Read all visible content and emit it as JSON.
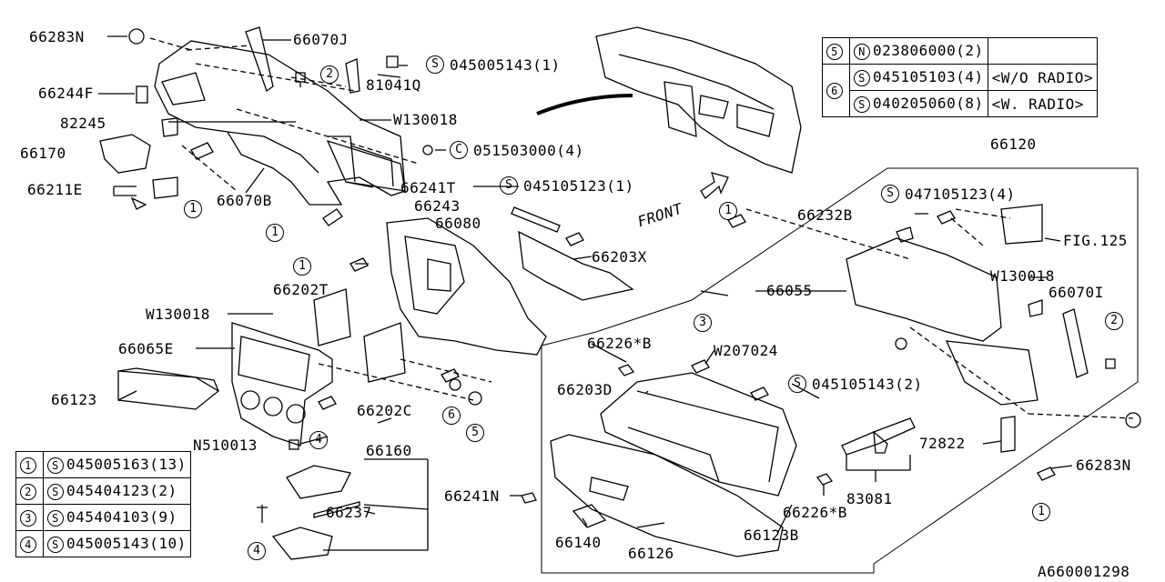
{
  "legend_left": [
    {
      "num": "1",
      "prefix": "S",
      "part": "045005163",
      "qty": "(13)"
    },
    {
      "num": "2",
      "prefix": "S",
      "part": "045404123",
      "qty": "(2)"
    },
    {
      "num": "3",
      "prefix": "S",
      "part": "045404103",
      "qty": "(9)"
    },
    {
      "num": "4",
      "prefix": "S",
      "part": "045005143",
      "qty": "(10)"
    }
  ],
  "legend_right": [
    {
      "num": "5",
      "prefix": "N",
      "part": "023806000",
      "qty": "(2)",
      "note": ""
    },
    {
      "num": "6",
      "prefix": "S",
      "part": "045105103",
      "qty": "(4)",
      "note": "<W/O RADIO>"
    },
    {
      "num": "",
      "prefix": "S",
      "part": "040205060",
      "qty": "(8)",
      "note": "<W. RADIO>"
    }
  ],
  "labels": {
    "l66283n_top": "66283N",
    "l66070j": "66070J",
    "l66244f": "66244F",
    "l81041q": "81041Q",
    "l045005143_1": "045005143(1)",
    "l82245": "82245",
    "lw130018_a": "W130018",
    "l66170": "66170",
    "l051503000": "051503000(4)",
    "l66211e": "66211E",
    "l66070b": "66070B",
    "l66241t": "66241T",
    "l045105123_1": "045105123(1)",
    "l66243": "66243",
    "l66080": "66080",
    "l66203x": "66203X",
    "lfront": "FRONT",
    "l66120": "66120",
    "l047105123": "047105123(4)",
    "l66232b": "66232B",
    "lfig125": "FIG.125",
    "l66202t": "66202T",
    "lw130018_b": "W130018",
    "l66055": "66055",
    "lw130018_c": "W130018",
    "l66070i": "66070I",
    "l66065e": "66065E",
    "l66226b_a": "66226*B",
    "lw207024": "W207024",
    "l045105143_2": "045105143(2)",
    "l66123": "66123",
    "l66203d": "66203D",
    "l66202c": "66202C",
    "l72822": "72822",
    "ln510013": "N510013",
    "l66160": "66160",
    "l66283n_bot": "66283N",
    "l66241n": "66241N",
    "l66237": "66237",
    "l66226b_b": "66226*B",
    "l83081": "83081",
    "l66123b": "66123B",
    "l66140": "66140",
    "l66126": "66126",
    "ref": "A660001298"
  },
  "callouts": {
    "c1": "1",
    "c2": "2",
    "c3": "3",
    "c4": "4",
    "c5": "5",
    "c6": "6",
    "cs": "S",
    "cc": "C"
  }
}
